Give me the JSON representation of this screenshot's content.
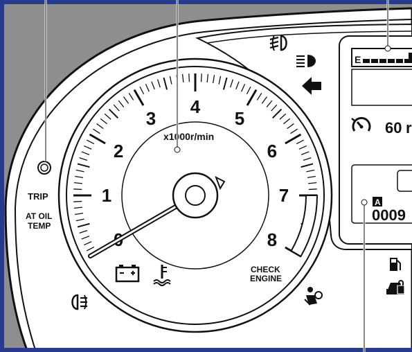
{
  "colors": {
    "background": "#8e8e8e",
    "border_blue": "#283a8c",
    "panel": "#ffffff",
    "ink": "#111111"
  },
  "tachometer": {
    "unit_label": "x1000r/min",
    "numbers": [
      "0",
      "1",
      "2",
      "3",
      "4",
      "5",
      "6",
      "7",
      "8"
    ],
    "redline_from": 7,
    "max": 8,
    "needle_value": 0
  },
  "left_panel": {
    "trip": "TRIP",
    "at_oil_temp_line1": "AT OIL",
    "at_oil_temp_line2": "TEMP"
  },
  "check_engine": {
    "line1": "CHECK",
    "line2": "ENGINE"
  },
  "fuel_gauge": {
    "empty_label": "E"
  },
  "cruise": {
    "speed": "60"
  },
  "odometer": {
    "mode": "A",
    "reading": "0009"
  },
  "icons": [
    "front-fog-light-icon",
    "high-beam-icon",
    "turn-signal-left-icon",
    "battery-warning-icon",
    "coolant-temperature-icon",
    "rear-fog-light-icon",
    "airbag-warning-icon",
    "fuel-warning-icon",
    "security-lock-icon",
    "cruise-control-icon"
  ]
}
